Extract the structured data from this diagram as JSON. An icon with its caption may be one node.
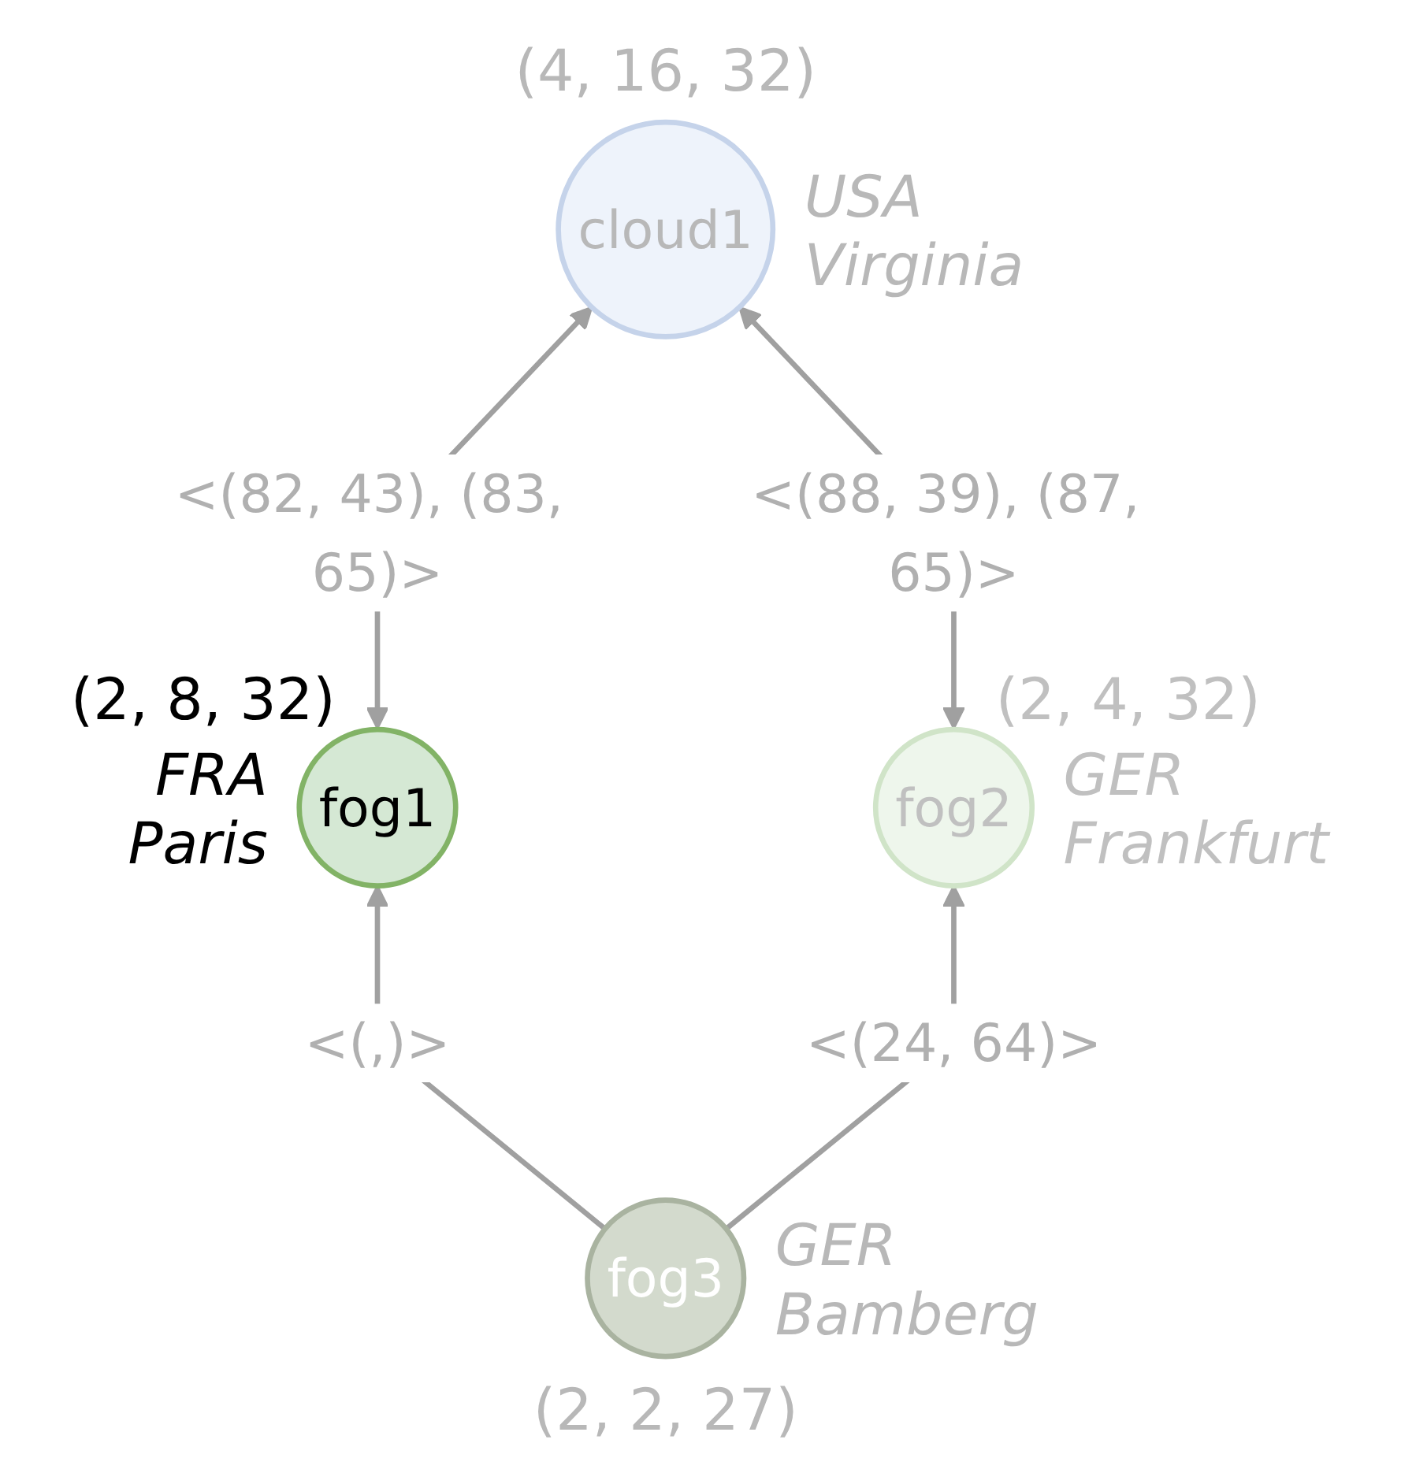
{
  "diagram": {
    "nodes": [
      {
        "text": [
          "cloud1"
        ],
        "beside": [
          "(4, 16, 32)",
          "USA Virginia"
        ]
      },
      {
        "text": [
          "fog1"
        ],
        "beside": [
          "(2, 8, 32)",
          "FRA Paris"
        ]
      },
      {
        "text": [
          "fog2"
        ],
        "beside": [
          "(2, 4, 32)",
          "GER Frankfurt"
        ]
      },
      {
        "text": [
          "fog3"
        ],
        "beside": [
          "GER Bamberg",
          "(2, 2, 27)"
        ]
      }
    ],
    "edges": [
      {
        "from": 1,
        "to": 0,
        "arrow": "both",
        "label": "<(82, 43), (83, 65)>"
      },
      {
        "from": 2,
        "to": 0,
        "arrow": "both",
        "label": "<(88, 39), (87, 65)>"
      },
      {
        "from": 3,
        "to": 1,
        "arrow": "to",
        "label": "<(,)>"
      },
      {
        "from": 3,
        "to": 2,
        "arrow": "to",
        "label": "<(24, 64)>"
      }
    ]
  }
}
